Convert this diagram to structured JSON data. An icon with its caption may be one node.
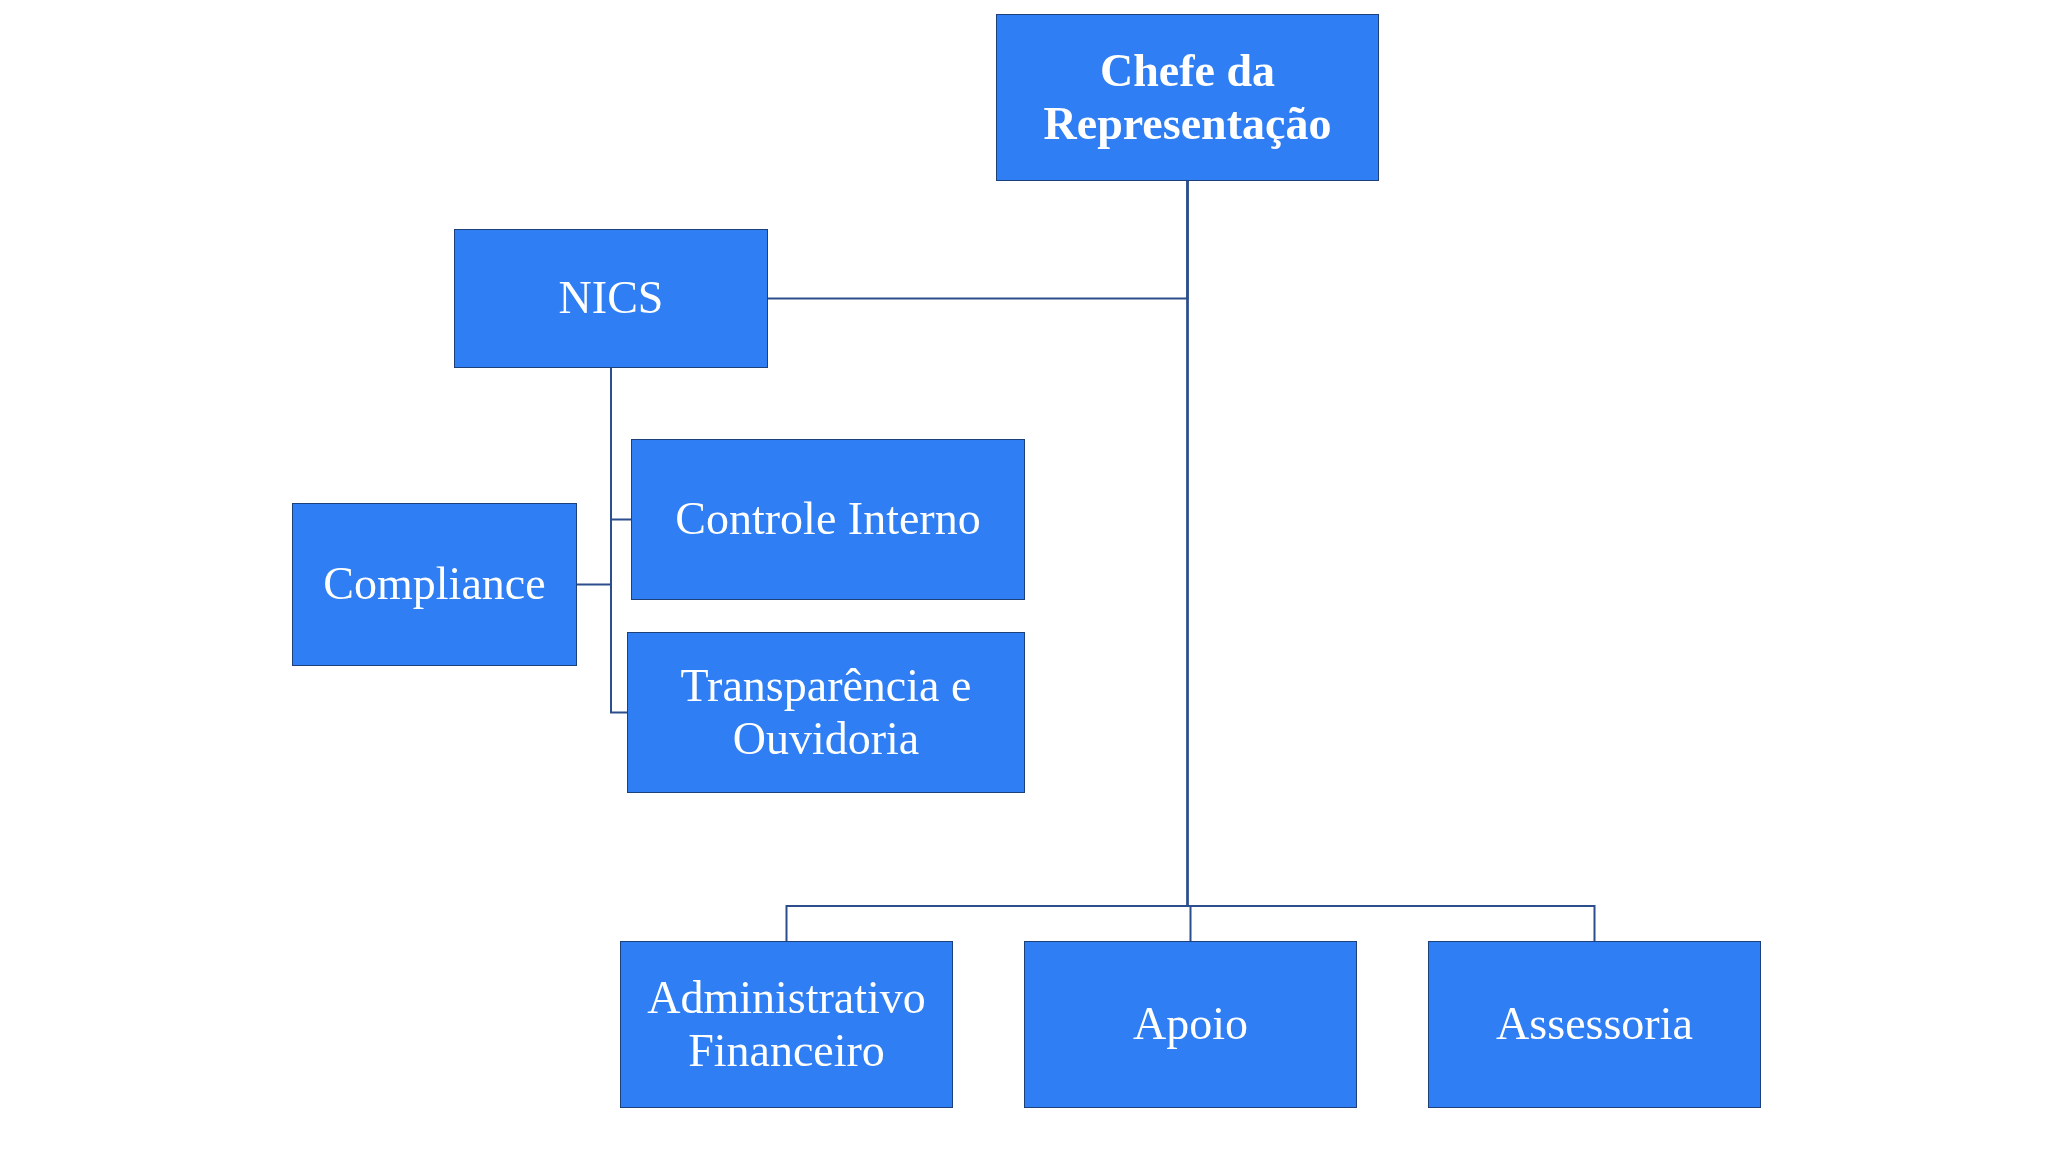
{
  "diagram": {
    "nodes": [
      {
        "text": [
          "Chefe da Representação"
        ]
      },
      {
        "text": [
          "NICS"
        ]
      },
      {
        "text": [
          "Controle Interno"
        ]
      },
      {
        "text": [
          "Compliance"
        ]
      },
      {
        "text": [
          "Transparência e Ouvidoria"
        ]
      },
      {
        "text": [
          "Administrativo Financeiro"
        ]
      },
      {
        "text": [
          "Apoio"
        ]
      },
      {
        "text": [
          "Assessoria"
        ]
      }
    ],
    "edges": [
      {
        "from": 0,
        "to": 1,
        "arrow": "none"
      },
      {
        "from": 0,
        "to": 5,
        "arrow": "none"
      },
      {
        "from": 0,
        "to": 6,
        "arrow": "none"
      },
      {
        "from": 0,
        "to": 7,
        "arrow": "none"
      },
      {
        "from": 1,
        "to": 2,
        "arrow": "none"
      },
      {
        "from": 1,
        "to": 3,
        "arrow": "none"
      },
      {
        "from": 1,
        "to": 4,
        "arrow": "none"
      }
    ]
  }
}
